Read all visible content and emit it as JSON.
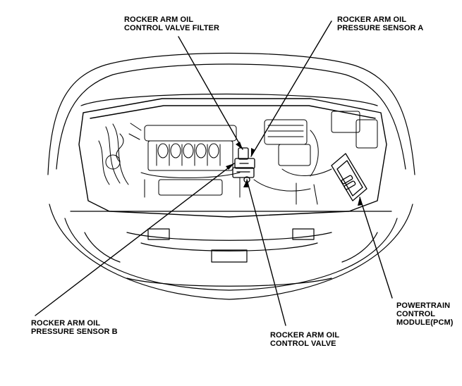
{
  "colors": {
    "line": "#000000",
    "background": "#ffffff"
  },
  "callouts": {
    "valve_filter": {
      "line1": "ROCKER ARM OIL",
      "line2": "CONTROL VALVE FILTER"
    },
    "sensor_a": {
      "line1": "ROCKER ARM OIL",
      "line2": "PRESSURE SENSOR A"
    },
    "sensor_b": {
      "line1": "ROCKER ARM OIL",
      "line2": "PRESSURE SENSOR B"
    },
    "control_valve": {
      "line1": "ROCKER ARM OIL",
      "line2": "CONTROL VALVE"
    },
    "pcm": {
      "line1": "POWERTRAIN",
      "line2": "CONTROL",
      "line3": "MODULE(PCM)"
    }
  }
}
